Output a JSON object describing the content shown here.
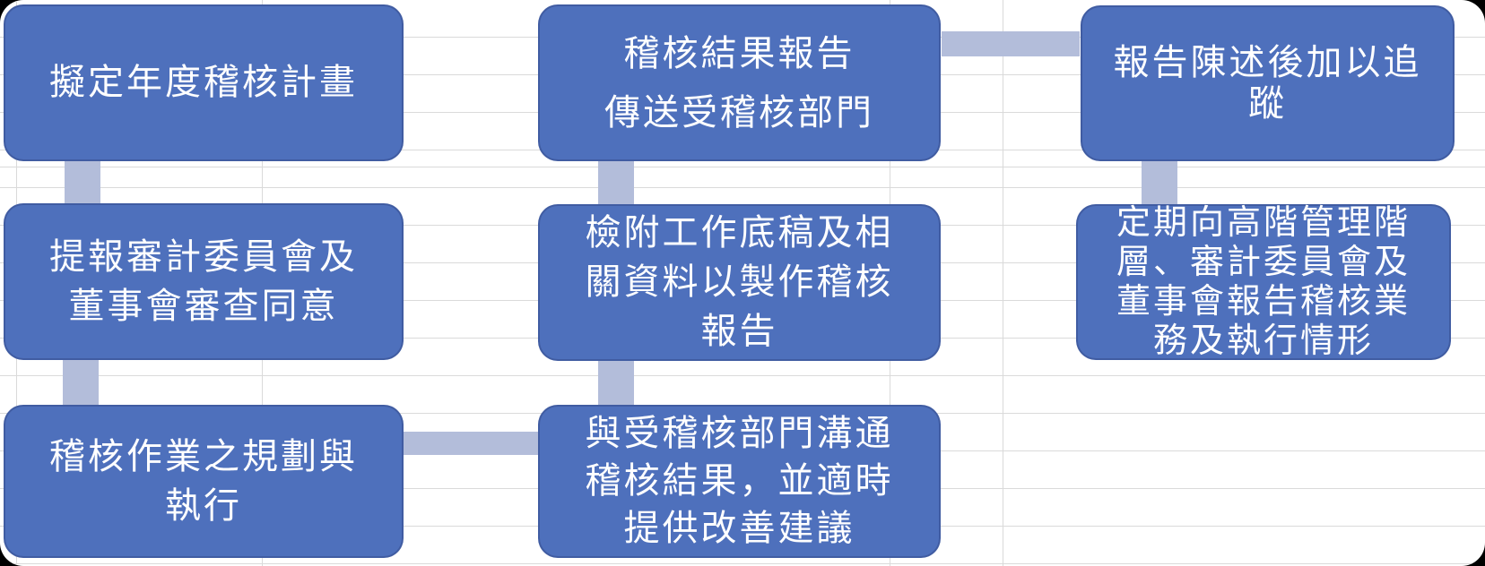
{
  "palette": {
    "box_fill": "#4E70BC",
    "box_border": "#3D5BA6",
    "connector_fill": "#B3BDDA",
    "text": "#FFFFFF",
    "gridline": "#DADADA",
    "sheet_background": "#FFFFFF"
  },
  "flowchart": {
    "steps": [
      {
        "name": "draft-annual-audit-plan",
        "lines": [
          "擬定年度稽核計畫"
        ]
      },
      {
        "name": "submit-to-audit-committee-and-board-for-approval",
        "lines": [
          "提報審計委員會及",
          "董事會審查同意"
        ]
      },
      {
        "name": "audit-planning-and-execution",
        "lines": [
          "稽核作業之規劃與",
          "執行"
        ]
      },
      {
        "name": "communicate-results-and-suggest-improvements",
        "lines": [
          "與受稽核部門溝通",
          "稽核結果，並適時",
          "提供改善建議"
        ]
      },
      {
        "name": "prepare-audit-report-with-working-papers",
        "lines": [
          "檢附工作底稿及相",
          "關資料以製作稽核",
          "報告"
        ]
      },
      {
        "name": "send-audit-result-report-to-audited-department",
        "lines": [
          "稽核結果報告",
          "傳送受稽核部門"
        ]
      },
      {
        "name": "follow-up-after-report-presentation",
        "lines": [
          "報告陳述後加以追",
          "蹤"
        ]
      },
      {
        "name": "periodic-reporting-to-management-committee-and-board",
        "lines": [
          "定期向高階管理階",
          "層、審計委員會及",
          "董事會報告稽核業",
          "務及執行情形"
        ]
      }
    ],
    "connectors": [
      {
        "from": 1,
        "to": 2,
        "orientation": "vertical"
      },
      {
        "from": 2,
        "to": 3,
        "orientation": "vertical"
      },
      {
        "from": 3,
        "to": 4,
        "orientation": "horizontal"
      },
      {
        "from": 4,
        "to": 5,
        "orientation": "vertical"
      },
      {
        "from": 5,
        "to": 6,
        "orientation": "vertical"
      },
      {
        "from": 6,
        "to": 7,
        "orientation": "horizontal"
      },
      {
        "from": 7,
        "to": 8,
        "orientation": "vertical"
      }
    ]
  }
}
